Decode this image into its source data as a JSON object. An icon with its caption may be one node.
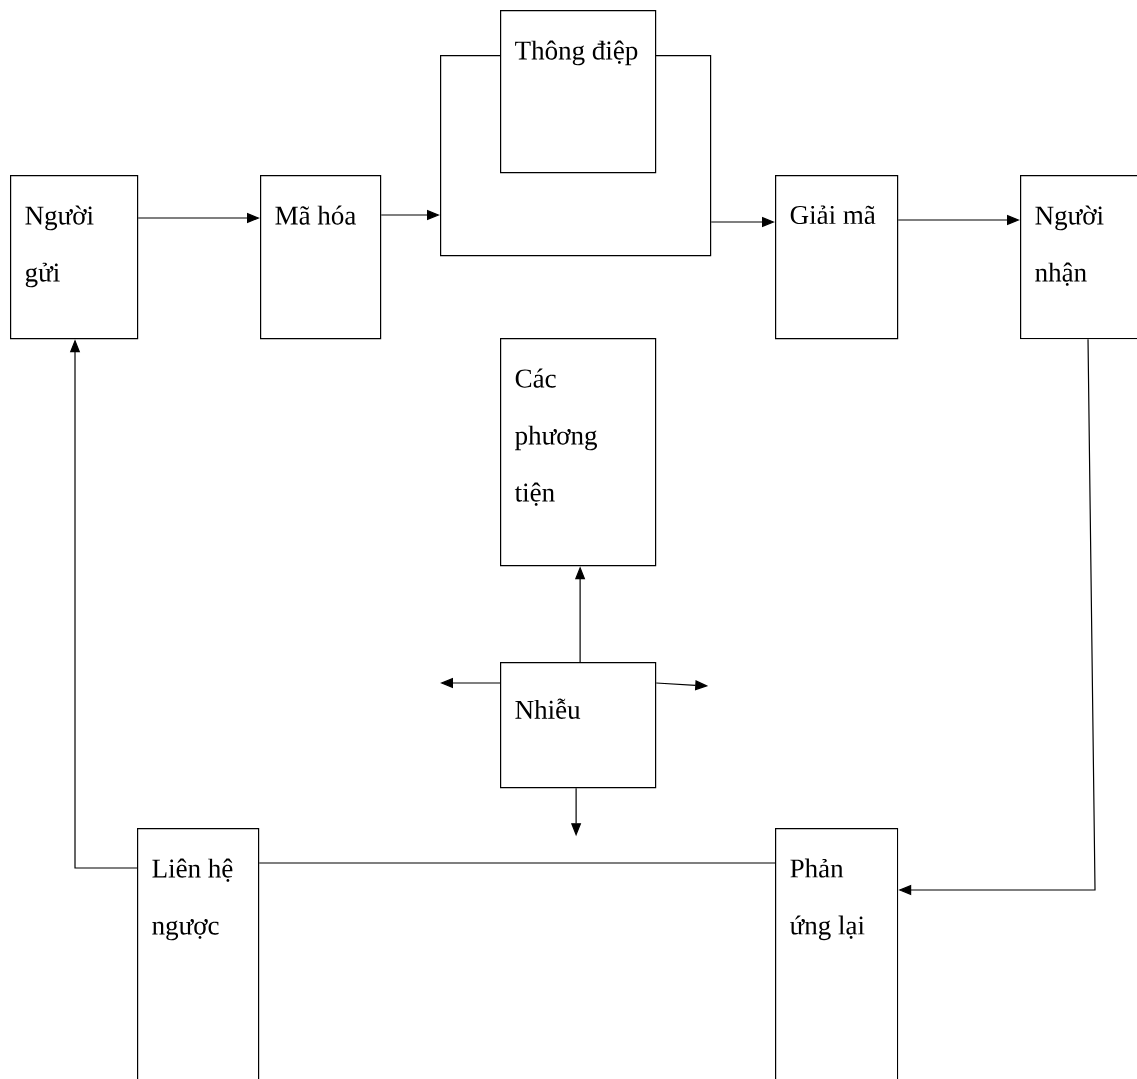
{
  "diagram": {
    "nodes": [
      {
        "text": [
          "Người gửi"
        ]
      },
      {
        "text": [
          "Mã hóa"
        ]
      },
      {
        "text": [],
        "shape": "box"
      },
      {
        "text": [
          "Thông điệp"
        ]
      },
      {
        "text": [
          "Giải mã"
        ]
      },
      {
        "text": [
          "Người nhận"
        ]
      },
      {
        "text": [
          "Các phương tiện"
        ]
      },
      {
        "text": [
          "Nhiễu"
        ]
      },
      {
        "text": [
          "Liên hệ ngược"
        ]
      },
      {
        "text": [
          "Phản ứng lại"
        ]
      }
    ],
    "edges": [
      {
        "from": 0,
        "to": 1,
        "arrow": "to"
      },
      {
        "from": 1,
        "to": 2,
        "arrow": "to"
      },
      {
        "from": 2,
        "to": 4,
        "arrow": "to"
      },
      {
        "from": 4,
        "to": 5,
        "arrow": "to"
      },
      {
        "from": 5,
        "to": 9,
        "arrow": "to"
      },
      {
        "from": 9,
        "to": 8,
        "arrow": "none"
      },
      {
        "from": 8,
        "to": 0,
        "arrow": "to"
      },
      {
        "from": 7,
        "to": 6,
        "arrow": "to"
      },
      {
        "from": 7,
        "to": null,
        "arrow": "to"
      },
      {
        "from": 7,
        "to": null,
        "arrow": "to"
      },
      {
        "from": 7,
        "to": null,
        "arrow": "to"
      }
    ]
  }
}
